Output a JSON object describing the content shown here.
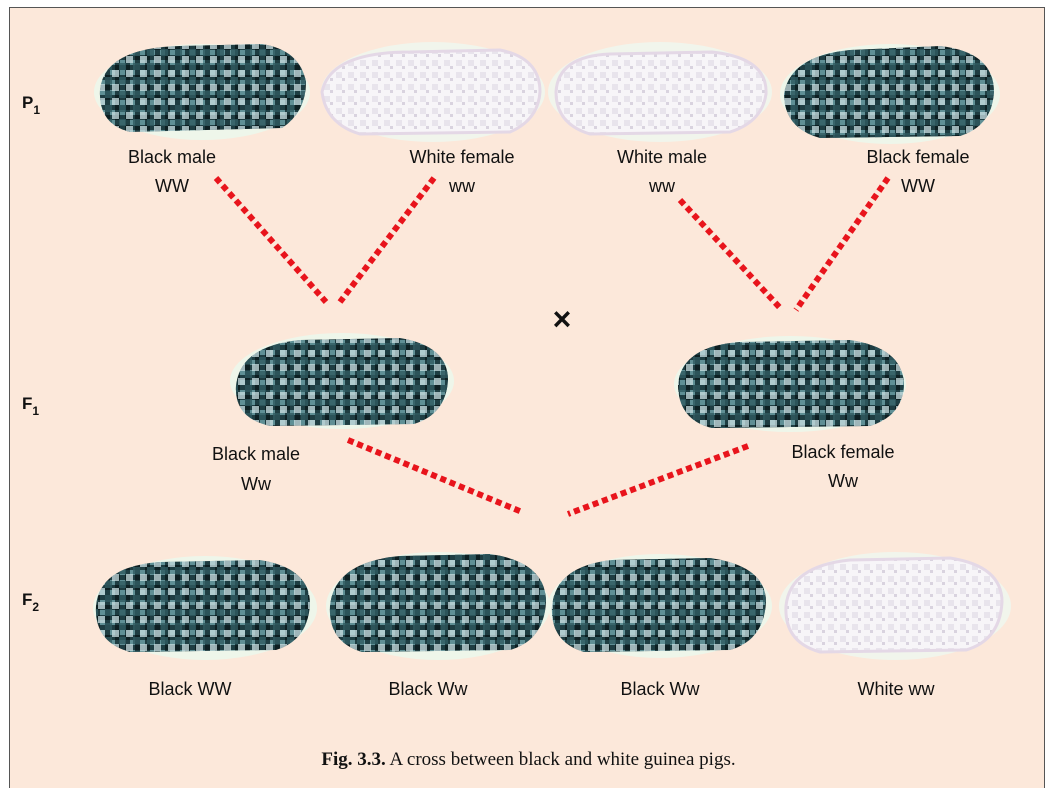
{
  "generations": [
    {
      "letter": "P",
      "sub": "1"
    },
    {
      "letter": "F",
      "sub": "1"
    },
    {
      "letter": "F",
      "sub": "2"
    }
  ],
  "p1": [
    {
      "name": "Black male",
      "genotype": "WW",
      "color": "black"
    },
    {
      "name": "White female",
      "genotype": "ww",
      "color": "white"
    },
    {
      "name": "White male",
      "genotype": "ww",
      "color": "white"
    },
    {
      "name": "Black female",
      "genotype": "WW",
      "color": "black"
    }
  ],
  "cross_symbol": "×",
  "f1": [
    {
      "name": "Black male",
      "genotype": "Ww",
      "color": "black"
    },
    {
      "name": "Black female",
      "genotype": "Ww",
      "color": "black"
    }
  ],
  "f2": [
    {
      "label": "Black WW",
      "color": "black"
    },
    {
      "label": "Black Ww",
      "color": "black"
    },
    {
      "label": "Black Ww",
      "color": "black"
    },
    {
      "label": "White ww",
      "color": "white"
    }
  ],
  "caption": {
    "number": "Fig. 3.3.",
    "text": "A cross between black and white guinea pigs."
  },
  "colors": {
    "background": "#fce8da",
    "arrow": "#e8141c",
    "black_pig": "#1e3d42",
    "black_pig_light": "#8fb8bd",
    "white_pig": "#f3f0f4"
  }
}
